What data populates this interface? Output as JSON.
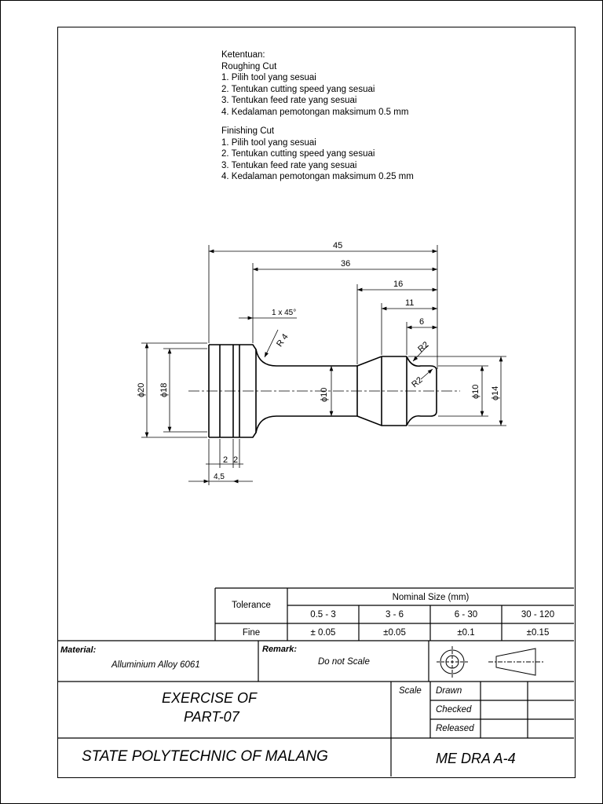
{
  "notes": {
    "heading": "Ketentuan:",
    "roughing": {
      "title": "Roughing Cut",
      "items": [
        "1.  Pilih tool yang sesuai",
        "2.  Tentukan cutting speed yang sesuai",
        "3.  Tentukan feed rate yang sesuai",
        "4.  Kedalaman pemotongan maksimum 0.5 mm"
      ]
    },
    "finishing": {
      "title": "Finishing Cut",
      "items": [
        "1.  Pilih tool yang sesuai",
        "2.  Tentukan cutting speed yang sesuai",
        "3.  Tentukan feed rate yang sesuai",
        "4.  Kedalaman pemotongan maksimum  0.25 mm"
      ]
    }
  },
  "dimensions": {
    "d45": "45",
    "d36": "36",
    "d16": "16",
    "d11": "11",
    "d6": "6",
    "chamfer": "1 x 45°",
    "r4": "R 4",
    "r2_top": "R2",
    "r2_bot": "R2",
    "phi20": "ϕ20",
    "phi18": "ϕ18",
    "phi10_mid": "ϕ10",
    "phi10_right": "ϕ10",
    "phi14": "ϕ14",
    "g2a": "2",
    "g2b": "2",
    "g45": "4,5"
  },
  "tolerance": {
    "label": "Tolerance",
    "nominal_header": "Nominal Size (mm)",
    "ranges": [
      "0.5 - 3",
      "3 - 6",
      "6 - 30",
      "30 - 120"
    ],
    "row_label": "Fine",
    "values": [
      "± 0.05",
      "±0.05",
      "±0.1",
      "±0.15"
    ]
  },
  "title_block": {
    "material_label": "Material:",
    "material_value": "Alluminium Alloy 6061",
    "remark_label": "Remark:",
    "remark_value": "Do not Scale",
    "exercise_line1": "EXERCISE OF",
    "exercise_line2": "PART-07",
    "scale_label": "Scale",
    "drawn": "Drawn",
    "checked": "Checked",
    "released": "Released",
    "institution": "STATE POLYTECHNIC OF MALANG",
    "drawing_no": "ME DRA A-4"
  }
}
